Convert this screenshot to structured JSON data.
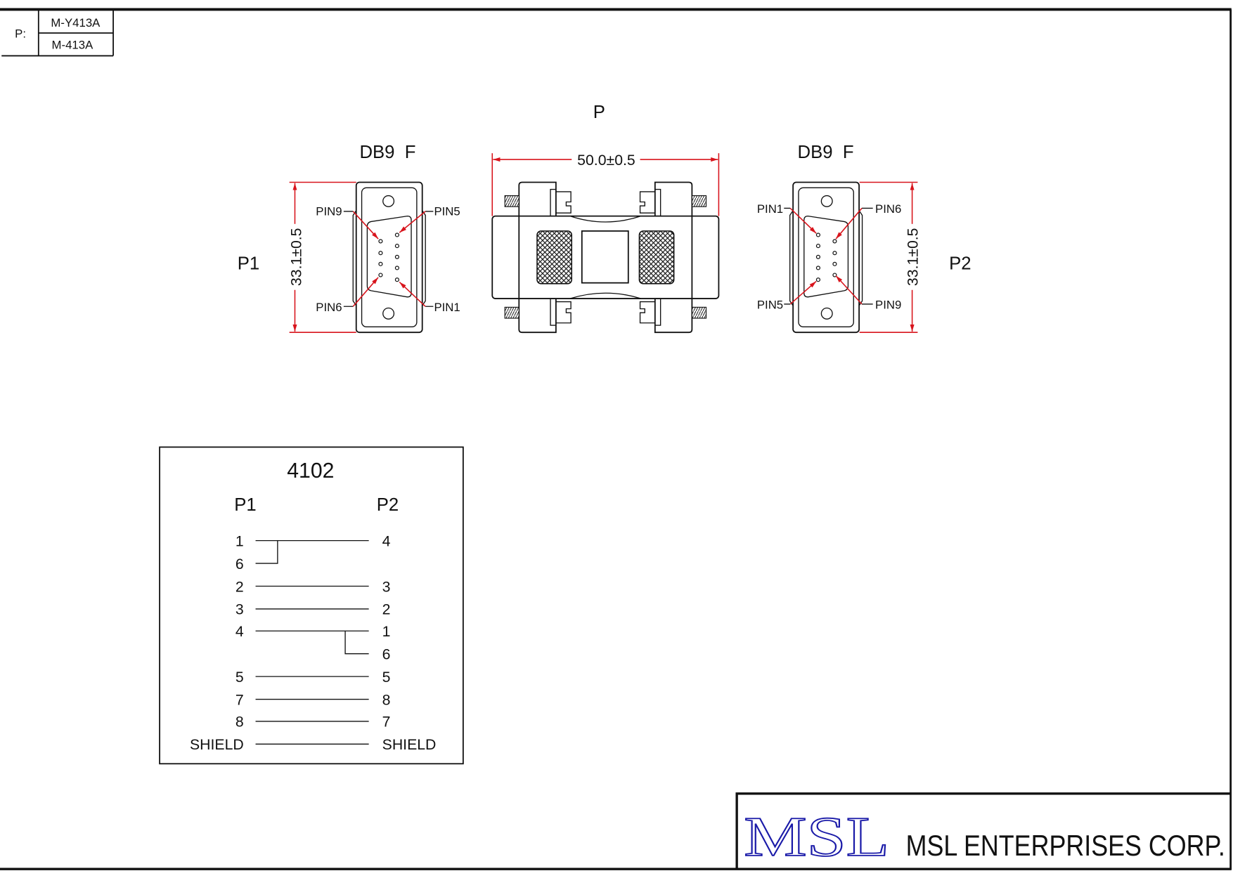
{
  "part_table": {
    "label": "P:",
    "parts": [
      "M-Y413A",
      "M-413A"
    ]
  },
  "drawing": {
    "title": "P",
    "width_dimension": "50.0±0.5",
    "p1": {
      "label": "P1",
      "type": "DB9  F",
      "dimension": "33.1±0.5",
      "pins": {
        "top_left": "PIN9",
        "top_right": "PIN5",
        "bottom_left": "PIN6",
        "bottom_right": "PIN1"
      }
    },
    "p2": {
      "label": "P2",
      "type": "DB9  F",
      "dimension": "33.1±0.5",
      "pins": {
        "top_left": "PIN1",
        "top_right": "PIN6",
        "bottom_left": "PIN5",
        "bottom_right": "PIN9"
      }
    }
  },
  "wiring": {
    "title": "4102",
    "left_header": "P1",
    "right_header": "P2",
    "rows": [
      {
        "p1": "1",
        "p2": "4"
      },
      {
        "p1": "6",
        "p2": ""
      },
      {
        "p1": "2",
        "p2": "3"
      },
      {
        "p1": "3",
        "p2": "2"
      },
      {
        "p1": "4",
        "p2": "1"
      },
      {
        "p1": "",
        "p2": "6"
      },
      {
        "p1": "5",
        "p2": "5"
      },
      {
        "p1": "7",
        "p2": "8"
      },
      {
        "p1": "8",
        "p2": "7"
      },
      {
        "p1": "SHIELD",
        "p2": "SHIELD"
      }
    ]
  },
  "title_block": {
    "logo": "MSL",
    "company": "MSL ENTERPRISES CORP."
  },
  "colors": {
    "line": "#111111",
    "dimension": "#d8141c",
    "logo": "#1a1aa8"
  }
}
